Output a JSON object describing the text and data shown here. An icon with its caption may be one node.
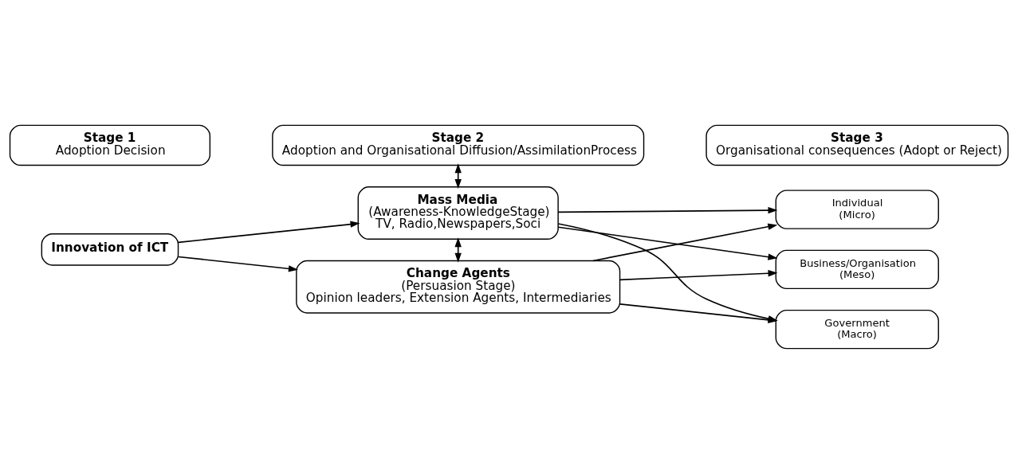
{
  "diagram": {
    "nodes": [
      {
        "text": [
          "Stage 1",
          "Adoption Decision"
        ]
      },
      {
        "text": [
          "Stage 2",
          "Adoption and Organisational Diffusion/AssimilationProcess"
        ]
      },
      {
        "text": [
          "Stage 3",
          "Organisational consequences (Adopt or Reject)"
        ]
      },
      {
        "text": [
          "Innovation of ICT"
        ]
      },
      {
        "text": [
          "Mass Media",
          "(Awareness-KnowledgeStage)",
          "TV, Radio,Newspapers,Soci"
        ]
      },
      {
        "text": [
          "Change Agents",
          "(Persuasion Stage)",
          "Opinion leaders, Extension Agents, Intermediaries"
        ]
      },
      {
        "text": [
          "Individual",
          "(Micro)"
        ]
      },
      {
        "text": [
          "Business/Organisation",
          "(Meso)"
        ]
      },
      {
        "text": [
          "Government",
          "(Macro)"
        ]
      }
    ],
    "edges": [
      {
        "from": 1,
        "to": 4,
        "arrow": "both"
      },
      {
        "from": 3,
        "to": 4,
        "arrow": "to"
      },
      {
        "from": 3,
        "to": 5,
        "arrow": "to"
      },
      {
        "from": 4,
        "to": 5,
        "arrow": "both"
      },
      {
        "from": 4,
        "to": 6,
        "arrow": "to"
      },
      {
        "from": 4,
        "to": 7,
        "arrow": "to"
      },
      {
        "from": 4,
        "to": 8,
        "arrow": "to"
      },
      {
        "from": 5,
        "to": 6,
        "arrow": "to"
      },
      {
        "from": 5,
        "to": 7,
        "arrow": "to"
      },
      {
        "from": 5,
        "to": 8,
        "arrow": "to"
      }
    ]
  }
}
